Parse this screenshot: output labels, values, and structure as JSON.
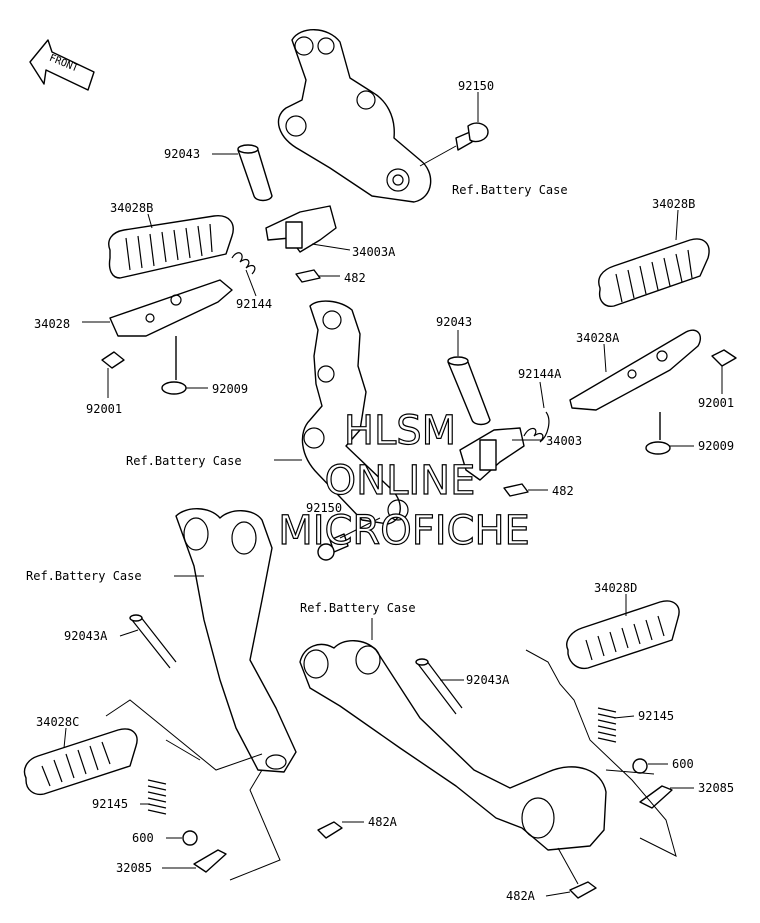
{
  "front_label": "FRONT",
  "parts": {
    "p92150_top": "92150",
    "p92043_top": "92043",
    "ref_battery_1": "Ref.Battery Case",
    "p34028B_left": "34028B",
    "p34003A": "34003A",
    "p482_top": "482",
    "p92144": "92144",
    "p34028B_right": "34028B",
    "p34028": "34028",
    "p92043_mid": "92043",
    "p34028A": "34028A",
    "p92001_left": "92001",
    "p92009_left": "92009",
    "p92144A": "92144A",
    "p92001_right": "92001",
    "p92009_right": "92009",
    "ref_battery_2": "Ref.Battery Case",
    "p34003": "34003",
    "p482_mid": "482",
    "p92150_mid": "92150",
    "ref_battery_3": "Ref.Battery Case",
    "ref_battery_4": "Ref.Battery Case",
    "p34028D": "34028D",
    "p92043A_left": "92043A",
    "p92043A_right": "92043A",
    "p34028C": "34028C",
    "p92145_right": "92145",
    "p600_right": "600",
    "p32085_right": "32085",
    "p92145_left": "92145",
    "p482A_left": "482A",
    "p600_left": "600",
    "p32085_left": "32085",
    "p482A_right": "482A"
  },
  "watermark": {
    "line1": "HLSM",
    "line2": "ONLINE",
    "line3": "MICROFICHE"
  }
}
